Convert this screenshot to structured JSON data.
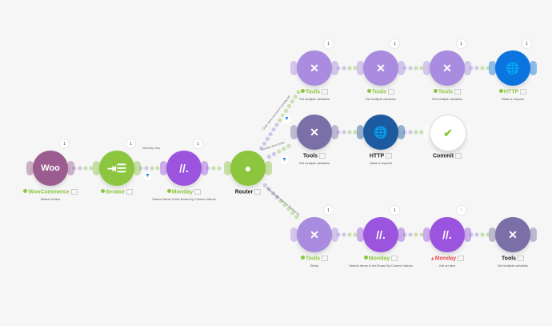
{
  "colors": {
    "woo": "#9b5c8f",
    "green": "#8cc63f",
    "monday": "#9a54de",
    "tools_light": "#a98ce0",
    "tools_dark": "#7b6fa8",
    "http_blue": "#0b74de",
    "http_dark": "#1e5aa0",
    "commit": "#ffffff"
  },
  "nodes": {
    "woo": {
      "name": "WooCommerce",
      "sub": "Watch Orders",
      "count": "1",
      "icon": "woocommerce-logo-icon",
      "status": "ok"
    },
    "iterator": {
      "name": "Iterator",
      "sub": "",
      "count": "1",
      "icon": "iterator-icon",
      "status": "ok"
    },
    "monday1": {
      "name": "Monday",
      "sub": "Search Items in the Board by Column Values",
      "count": "1",
      "icon": "monday-logo-icon",
      "status": "ok"
    },
    "router": {
      "name": "Router",
      "sub": "",
      "icon": "router-icon"
    },
    "t1": {
      "name": "Tools",
      "sub": "Set multiple variables",
      "count": "1",
      "icon": "wrench-screwdriver-icon",
      "status": "ok"
    },
    "t2": {
      "name": "Tools",
      "sub": "Set multiple variables",
      "count": "1",
      "icon": "wrench-screwdriver-icon",
      "status": "ok"
    },
    "t3": {
      "name": "Tools",
      "sub": "Set multiple variables",
      "count": "1",
      "icon": "wrench-screwdriver-icon",
      "status": "ok"
    },
    "h1": {
      "name": "HTTP",
      "sub": "Make a request",
      "count": "1",
      "icon": "globe-icon",
      "status": "ok"
    },
    "t4": {
      "name": "Tools",
      "sub": "Set multiple variables",
      "icon": "wrench-screwdriver-icon"
    },
    "h2": {
      "name": "HTTP",
      "sub": "Make a request",
      "icon": "globe-icon"
    },
    "commit": {
      "name": "Commit",
      "sub": "",
      "icon": "checkmark-icon"
    },
    "t5": {
      "name": "Tools",
      "sub": "Sleep",
      "count": "1",
      "icon": "wrench-screwdriver-icon",
      "status": "ok"
    },
    "m2": {
      "name": "Monday",
      "sub": "Search Items in the Board by Column Values",
      "count": "1",
      "icon": "monday-logo-icon",
      "status": "ok"
    },
    "m3": {
      "name": "Monday",
      "sub": "Get an item",
      "count": "!",
      "icon": "monday-logo-icon",
      "status": "error"
    },
    "t6": {
      "name": "Tools",
      "sub": "Set multiple variables",
      "icon": "wrench-screwdriver-icon"
    }
  },
  "links": {
    "iter_filter": "Norway only",
    "route1": "Order does not exist in Monday list",
    "route2": "Monday item exists",
    "route3": "Order already exists in Monday list"
  }
}
